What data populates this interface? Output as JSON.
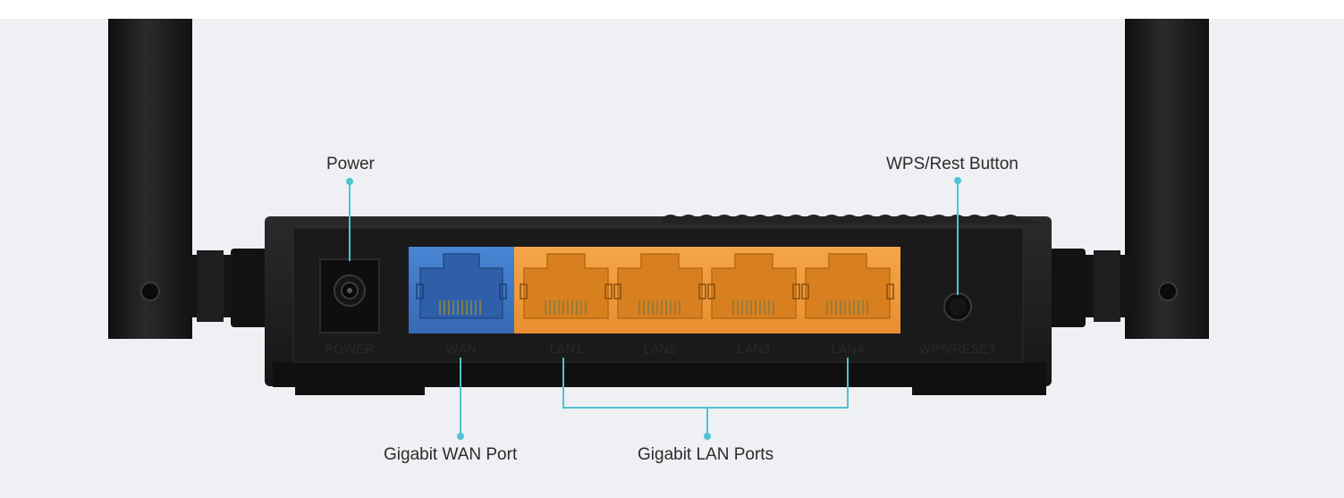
{
  "callouts": {
    "power": "Power",
    "wps_reset_button": "WPS/Rest Button",
    "wan_port": "Gigabit WAN Port",
    "lan_ports": "Gigabit LAN Ports"
  },
  "port_labels": {
    "power": "POWER",
    "wan": "WAN",
    "lan1": "LAN1",
    "lan2": "LAN2",
    "lan3": "LAN3",
    "lan4": "LAN4",
    "wps_reset": "WPS/RESET"
  },
  "colors": {
    "background": "#eef0f3",
    "router_body": "#1c1c1e",
    "wan_port": "#3d79c8",
    "lan_ports": "#ef9a3a",
    "callout_line": "#4fc3cf"
  }
}
